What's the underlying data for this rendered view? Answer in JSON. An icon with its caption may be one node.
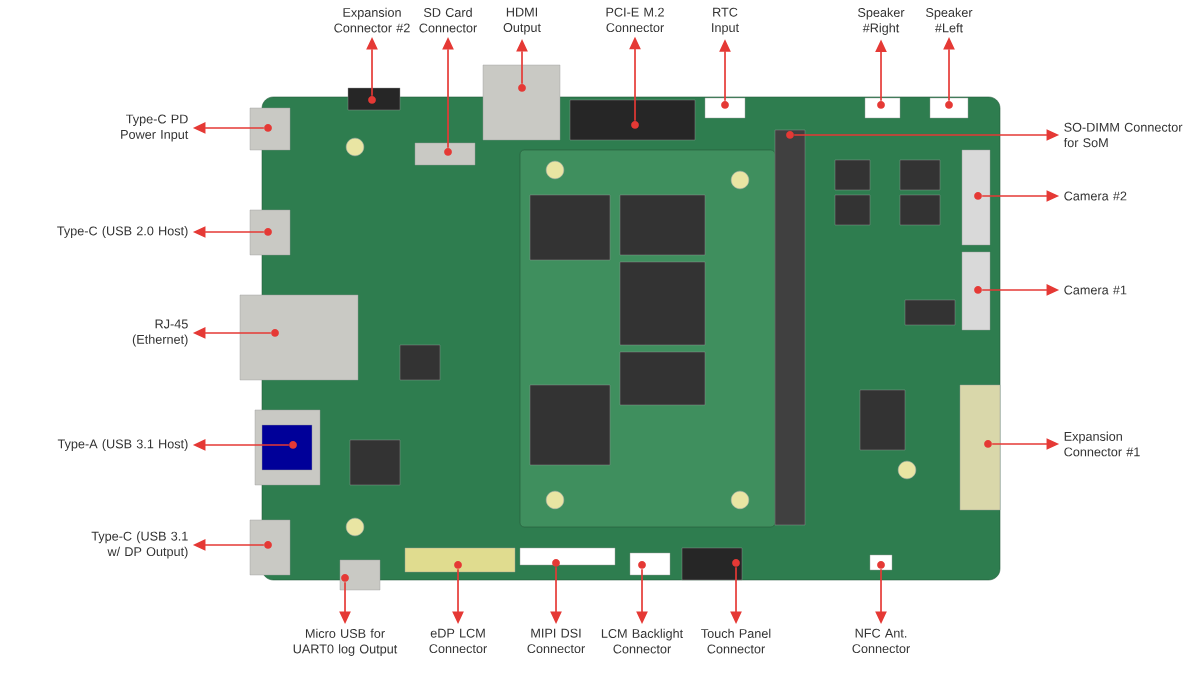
{
  "diagram": {
    "nodes": [
      {
        "text": [
          "Expansion Connector #2"
        ]
      },
      {
        "text": [
          "SD Card Connector"
        ]
      },
      {
        "text": [
          "HDMI Output"
        ]
      },
      {
        "text": [
          "PCI-E M.2 Connector"
        ]
      },
      {
        "text": [
          "RTC Input"
        ]
      },
      {
        "text": [
          "Speaker #Right"
        ]
      },
      {
        "text": [
          "Speaker #Left"
        ]
      },
      {
        "text": [
          "Type-C PD Power Input"
        ]
      },
      {
        "text": [
          "SO-DIMM Connector for SoM"
        ]
      },
      {
        "text": [
          "Type-C (USB 2.0 Host)"
        ]
      },
      {
        "text": [
          "Camera #2"
        ]
      },
      {
        "text": [
          "Camera #1"
        ]
      },
      {
        "text": [
          "RJ-45 (Ethernet)"
        ]
      },
      {
        "text": [
          "Type-A (USB 3.1 Host)"
        ]
      },
      {
        "text": [
          "Expansion Connector #1"
        ]
      },
      {
        "text": [
          "Type-C (USB 3.1 w/ DP Output)"
        ]
      },
      {
        "text": [
          "Micro USB for UART0 log Output"
        ]
      },
      {
        "text": [
          "eDP LCM Connector"
        ]
      },
      {
        "text": [
          "MIPI DSI Connector"
        ]
      },
      {
        "text": [
          "LCM Backlight Connector"
        ]
      },
      {
        "text": [
          "Touch Panel Connector"
        ]
      },
      {
        "text": [
          "NFC Ant. Connector"
        ]
      },
      {
        "text": [],
        "shape": "circle"
      },
      {
        "text": [],
        "shape": "circle"
      },
      {
        "text": [],
        "shape": "circle"
      },
      {
        "text": [],
        "shape": "circle"
      },
      {
        "text": [],
        "shape": "circle"
      },
      {
        "text": [],
        "shape": "circle"
      },
      {
        "text": [],
        "shape": "circle"
      },
      {
        "text": [],
        "shape": "circle"
      },
      {
        "text": [],
        "shape": "circle"
      },
      {
        "text": [],
        "shape": "circle"
      },
      {
        "text": [],
        "shape": "circle"
      },
      {
        "text": [],
        "shape": "circle"
      },
      {
        "text": [],
        "shape": "circle"
      },
      {
        "text": [],
        "shape": "circle"
      },
      {
        "text": [],
        "shape": "circle"
      },
      {
        "text": [],
        "shape": "circle"
      },
      {
        "text": [],
        "shape": "circle"
      },
      {
        "text": [],
        "shape": "circle"
      },
      {
        "text": [],
        "shape": "circle"
      },
      {
        "text": [],
        "shape": "circle"
      },
      {
        "text": [],
        "shape": "circle"
      },
      {
        "text": [],
        "shape": "circle"
      }
    ],
    "edges": [
      {
        "from": 22,
        "to": 0,
        "arrow": "to"
      },
      {
        "from": 23,
        "to": 1,
        "arrow": "to"
      },
      {
        "from": 24,
        "to": 2,
        "arrow": "to"
      },
      {
        "from": 25,
        "to": 3,
        "arrow": "to"
      },
      {
        "from": 26,
        "to": 4,
        "arrow": "to"
      },
      {
        "from": 27,
        "to": 5,
        "arrow": "to"
      },
      {
        "from": 28,
        "to": 6,
        "arrow": "to"
      },
      {
        "from": 29,
        "to": 7,
        "arrow": "to"
      },
      {
        "from": 30,
        "to": 8,
        "arrow": "to"
      },
      {
        "from": 31,
        "to": 9,
        "arrow": "to"
      },
      {
        "from": 32,
        "to": 10,
        "arrow": "to"
      },
      {
        "from": 33,
        "to": 11,
        "arrow": "to"
      },
      {
        "from": 34,
        "to": 12,
        "arrow": "to"
      },
      {
        "from": 35,
        "to": 13,
        "arrow": "to"
      },
      {
        "from": 36,
        "to": 14,
        "arrow": "to"
      },
      {
        "from": 37,
        "to": 15,
        "arrow": "to"
      },
      {
        "from": 38,
        "to": 16,
        "arrow": "to"
      },
      {
        "from": 39,
        "to": 17,
        "arrow": "to"
      },
      {
        "from": 40,
        "to": 18,
        "arrow": "to"
      },
      {
        "from": 41,
        "to": 19,
        "arrow": "to"
      },
      {
        "from": 42,
        "to": 20,
        "arrow": "to"
      },
      {
        "from": 43,
        "to": 21,
        "arrow": "to"
      }
    ]
  }
}
